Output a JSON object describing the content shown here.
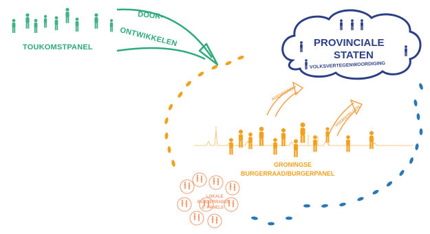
{
  "toukomst": {
    "label": "TOUKOMSTPANEL"
  },
  "arrow": {
    "line1": "DOOR-",
    "line2": "ONTWIKKELEN"
  },
  "provincie": {
    "line1": "PROVINCIALE",
    "line2": "STATEN",
    "sub": "VOLKSVERTEGENWOORDIGING"
  },
  "burgerraad": {
    "line1": "GRONINGSE",
    "line2": "BURGERRAAD/BURGERPANEL",
    "arrow1": "AGENDEREN",
    "arrow2": "VOORSTELLEN"
  },
  "lokaal": {
    "line1": "LOKALE",
    "line2": "BURGERRADEN",
    "line3": "& -PANELS"
  },
  "colors": {
    "green": "#2eaa7a",
    "navy": "#2c3f86",
    "orange": "#f2a01e",
    "salmon": "#f09a6e",
    "blue": "#2a77b8"
  }
}
